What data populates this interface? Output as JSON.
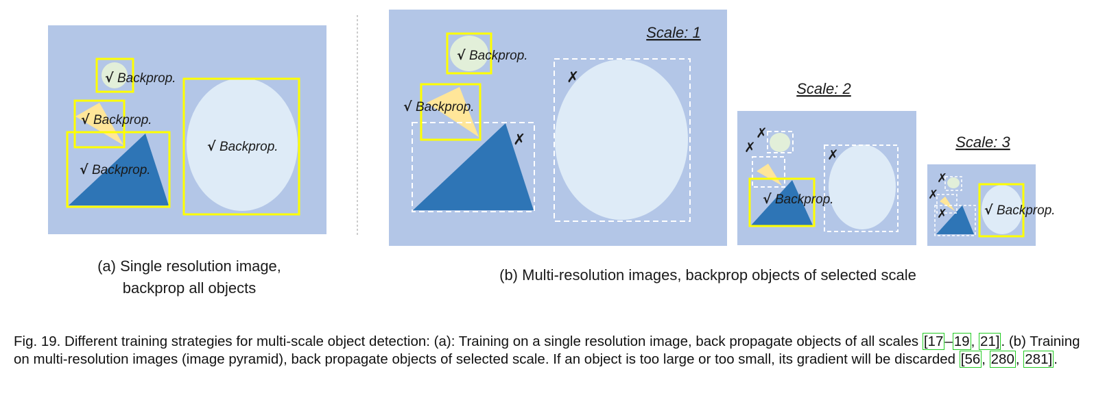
{
  "colors": {
    "background": "#b3c6e7",
    "small_circle": "#e2efd9",
    "large_ellipse": "#deebf7",
    "triangle_yellow": "#ffe699",
    "triangle_blue": "#2e75b6",
    "selection_box": "#ffff00",
    "dashed_box": "#ffffff",
    "reference_box": "#22cc22"
  },
  "panel_a": {
    "labels": {
      "circle": "Backprop.",
      "yellow_triangle": "Backprop.",
      "blue_triangle": "Backprop.",
      "ellipse": "Backprop."
    },
    "check_symbol": "√",
    "caption_line1": "(a) Single resolution image,",
    "caption_line2": "backprop all objects"
  },
  "panel_b": {
    "scale1": {
      "title": "Scale: 1",
      "circle_label": "Backprop.",
      "yellow_label": "Backprop."
    },
    "scale2": {
      "title": "Scale: 2",
      "blue_label": "Backprop."
    },
    "scale3": {
      "title": "Scale: 3",
      "ellipse_label": "Backprop."
    },
    "check_symbol": "√",
    "cross_symbol": "✗",
    "caption": "(b) Multi-resolution images, backprop objects of selected scale"
  },
  "caption": {
    "p1": "Fig. 19. Different training strategies for multi-scale object detection: (a): Training on a single resolution image, back propagate objects of all scales ",
    "ref_a1": "[17",
    "ref_dash": "–",
    "ref_a2": "19",
    "ref_comma1": ", ",
    "ref_a3": "21]",
    "p2": ". (b) Training on multi-resolution images (image pyramid), back propagate objects of selected scale. If an object is too large or too small, its gradient will be discarded ",
    "ref_b1": "[56",
    "ref_comma2": ", ",
    "ref_b2": "280",
    "ref_comma3": ", ",
    "ref_b3": "281]",
    "p3": "."
  }
}
